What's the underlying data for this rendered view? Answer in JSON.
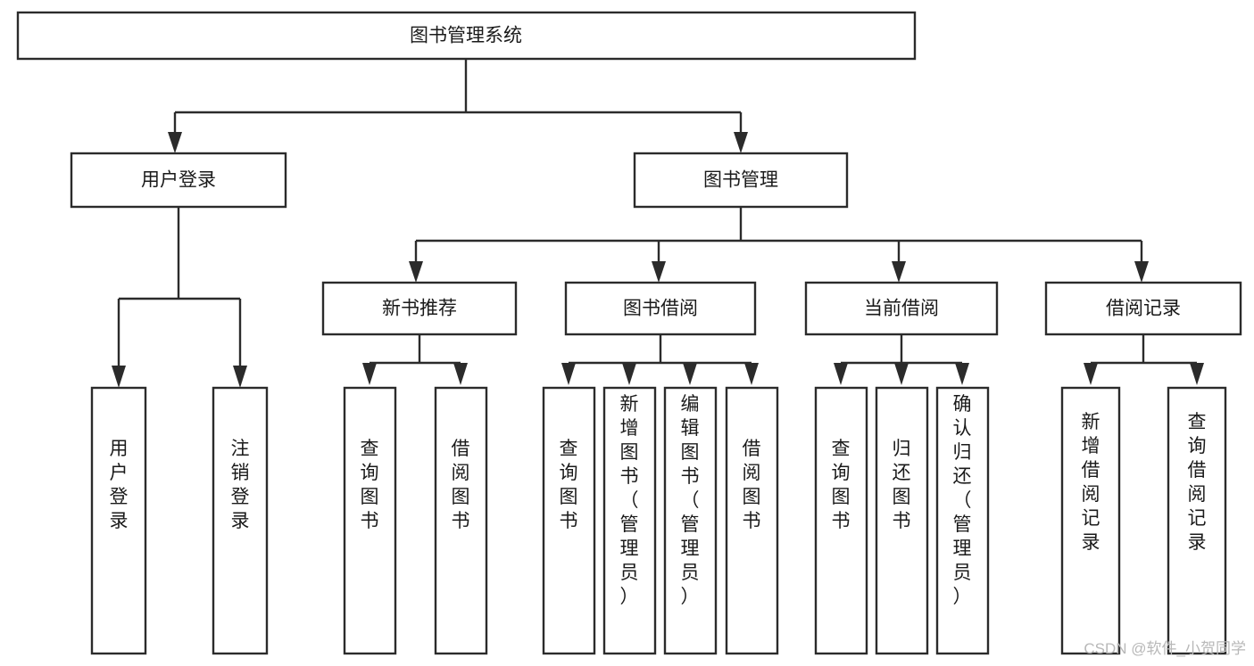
{
  "diagram": {
    "type": "hierarchy-tree",
    "title": "图书管理系统",
    "orientation": "top-down",
    "levels": 4,
    "root": {
      "id": "root",
      "label": "图书管理系统",
      "label_orientation": "horizontal"
    },
    "level2": [
      {
        "id": "user-login",
        "label": "用户登录",
        "label_orientation": "horizontal"
      },
      {
        "id": "book-manage",
        "label": "图书管理",
        "label_orientation": "horizontal"
      }
    ],
    "level3": [
      {
        "id": "new-book-recommend",
        "label": "新书推荐",
        "label_orientation": "horizontal",
        "parent": "book-manage"
      },
      {
        "id": "book-borrow",
        "label": "图书借阅",
        "label_orientation": "horizontal",
        "parent": "book-manage"
      },
      {
        "id": "current-borrow",
        "label": "当前借阅",
        "label_orientation": "horizontal",
        "parent": "book-manage"
      },
      {
        "id": "borrow-record",
        "label": "借阅记录",
        "label_orientation": "horizontal",
        "parent": "book-manage"
      }
    ],
    "leaves": {
      "user-login": [
        {
          "id": "leaf-user-login",
          "label": "用户登录",
          "label_orientation": "vertical"
        },
        {
          "id": "leaf-user-logout",
          "label": "注销登录",
          "label_orientation": "vertical"
        }
      ],
      "new-book-recommend": [
        {
          "id": "leaf-query-book-1",
          "label": "查询图书",
          "label_orientation": "vertical"
        },
        {
          "id": "leaf-borrow-book-1",
          "label": "借阅图书",
          "label_orientation": "vertical"
        }
      ],
      "book-borrow": [
        {
          "id": "leaf-query-book-2",
          "label": "查询图书",
          "label_orientation": "vertical"
        },
        {
          "id": "leaf-add-book",
          "label": "新增图书（管理员）",
          "label_orientation": "vertical"
        },
        {
          "id": "leaf-edit-book",
          "label": "编辑图书（管理员）",
          "label_orientation": "vertical"
        },
        {
          "id": "leaf-borrow-book-2",
          "label": "借阅图书",
          "label_orientation": "vertical"
        }
      ],
      "current-borrow": [
        {
          "id": "leaf-query-book-3",
          "label": "查询图书",
          "label_orientation": "vertical"
        },
        {
          "id": "leaf-return-book",
          "label": "归还图书",
          "label_orientation": "vertical"
        },
        {
          "id": "leaf-confirm-return",
          "label": "确认归还（管理员）",
          "label_orientation": "vertical"
        }
      ],
      "borrow-record": [
        {
          "id": "leaf-add-record",
          "label": "新增借阅记录",
          "label_orientation": "vertical"
        },
        {
          "id": "leaf-query-record",
          "label": "查询借阅记录",
          "label_orientation": "vertical"
        }
      ]
    },
    "colors": {
      "box_fill": "#ffffff",
      "box_stroke": "#2b2b2b",
      "connector": "#2b2b2b",
      "text": "#1a1a1a",
      "background": "#ffffff",
      "watermark": "#b8b8b8"
    }
  },
  "watermark": {
    "text": "CSDN @软件_小贺同学"
  }
}
